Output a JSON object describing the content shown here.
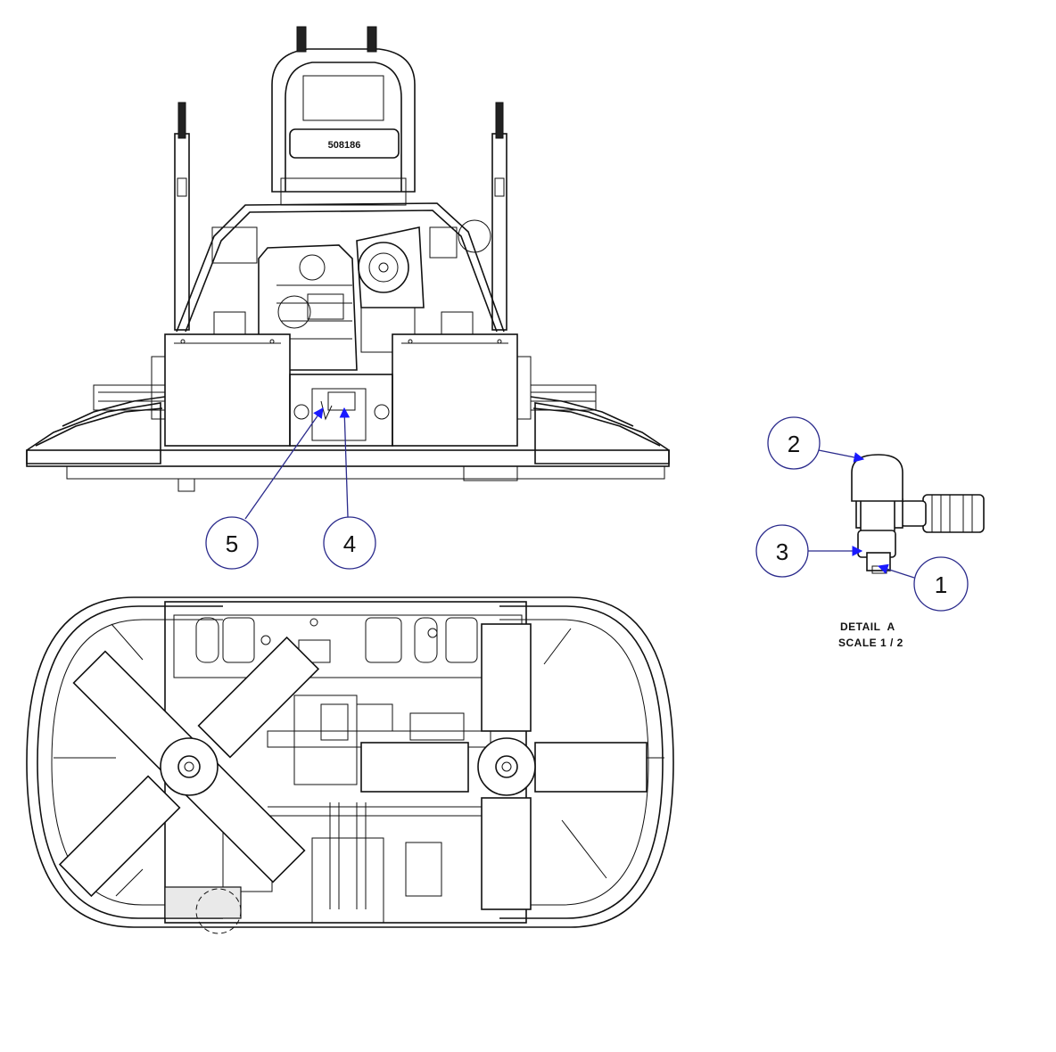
{
  "seat_label": "508186",
  "balloons": [
    {
      "id": "1",
      "label": "1"
    },
    {
      "id": "2",
      "label": "2"
    },
    {
      "id": "3",
      "label": "3"
    },
    {
      "id": "4",
      "label": "4"
    },
    {
      "id": "5",
      "label": "5"
    }
  ],
  "detail": {
    "title": "DETAIL  A",
    "scale": "SCALE 1 / 2"
  },
  "colors": {
    "line": "#111111",
    "leader": "#2b2b8c",
    "arrow": "#1a1aff"
  }
}
